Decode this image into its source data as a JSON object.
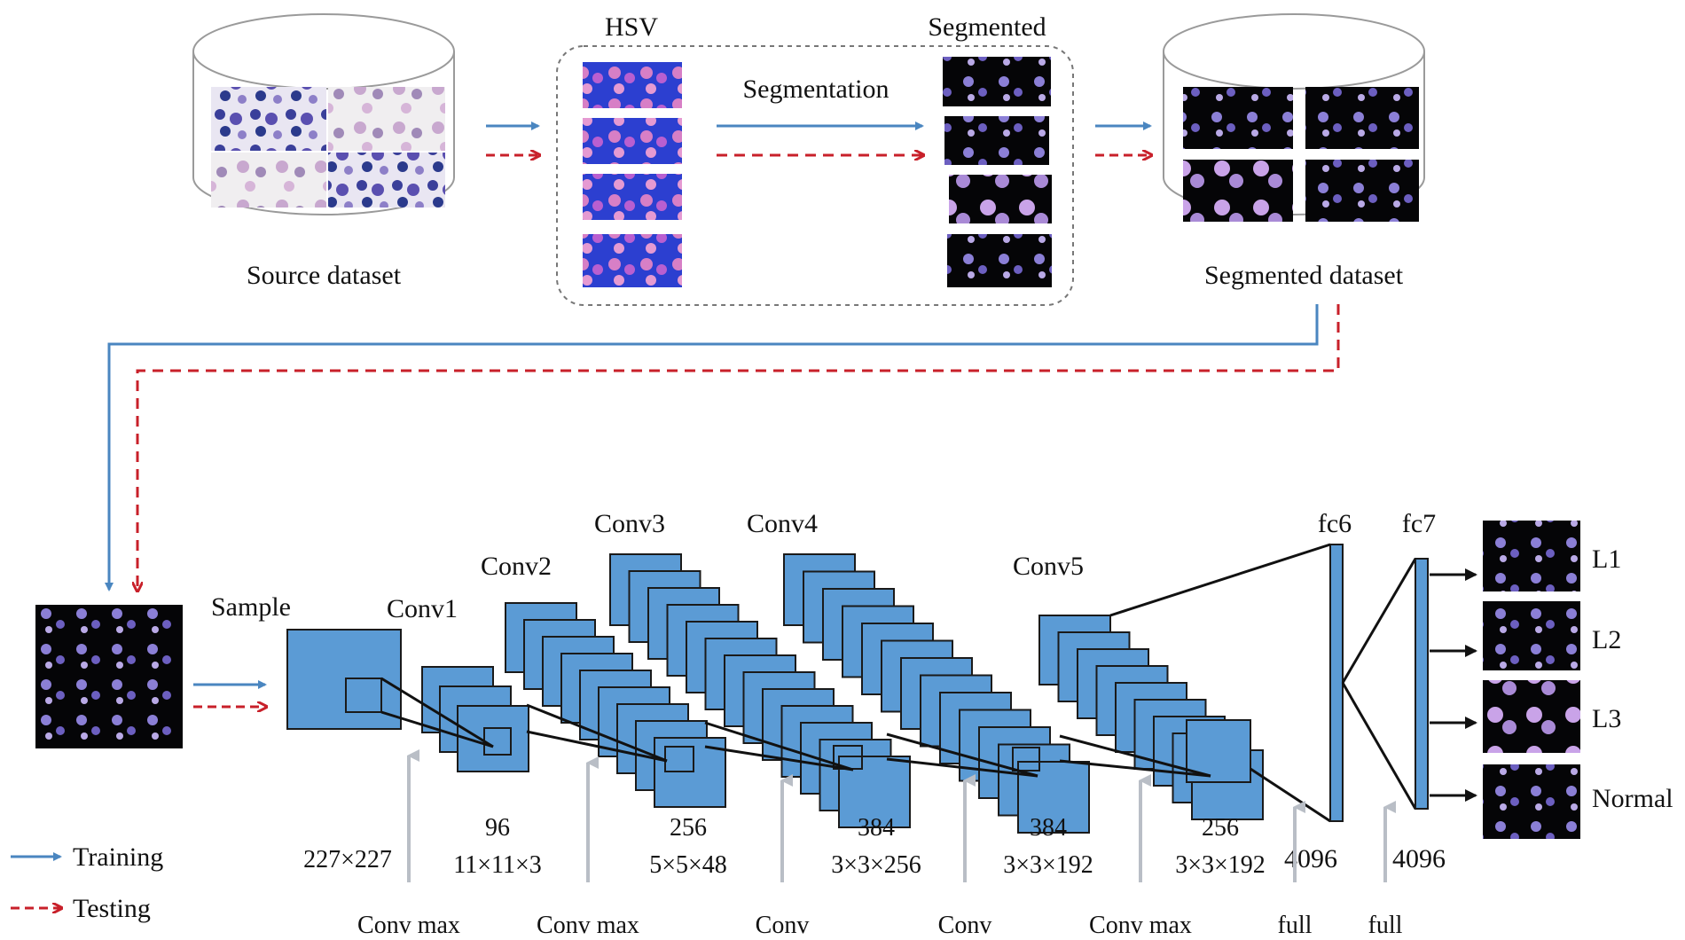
{
  "pipeline": {
    "source_label": "Source dataset",
    "hsv_label": "HSV",
    "segmented_label": "Segmented",
    "segmentation_label": "Segmentation",
    "segmented_dataset_label": "Segmented dataset"
  },
  "network": {
    "sample_label": "Sample",
    "layers": [
      {
        "title": "Conv1",
        "top": "",
        "bottom": "227×227",
        "op": "Conv max"
      },
      {
        "title": "Conv2",
        "top": "96",
        "bottom": "11×11×3",
        "op": "Conv max"
      },
      {
        "title": "Conv3",
        "top": "256",
        "bottom": "5×5×48",
        "op": "Conv"
      },
      {
        "title": "Conv4",
        "top": "384",
        "bottom": "3×3×256",
        "op": "Conv"
      },
      {
        "title": "Conv5",
        "top": "384",
        "bottom": "3×3×192",
        "op": "Conv max"
      },
      {
        "title": "",
        "top": "256",
        "bottom": "3×3×192",
        "op": "full"
      },
      {
        "title": "",
        "top": "",
        "bottom": "",
        "op": "full"
      }
    ],
    "fc6": {
      "title": "fc6",
      "size": "4096"
    },
    "fc7": {
      "title": "fc7",
      "size": "4096"
    }
  },
  "outputs": [
    "L1",
    "L2",
    "L3",
    "Normal"
  ],
  "legend": {
    "training": "Training",
    "testing": "Testing"
  },
  "colors": {
    "training": "#4a86c0",
    "testing": "#c8202a",
    "layer_fill": "#5b9bd5",
    "layer_stroke": "#1a1a1a",
    "hint_arrow": "#b9bec6",
    "stain_purple": "#7b4fc0",
    "stain_blue": "#2c3fd0"
  }
}
